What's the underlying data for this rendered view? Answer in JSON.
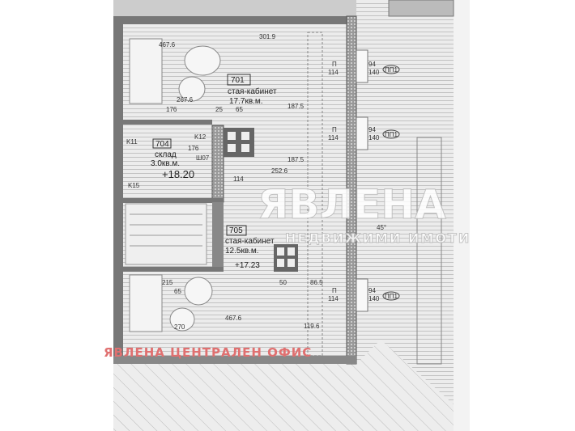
{
  "plan": {
    "rooms": [
      {
        "number": "701",
        "name": "стая-кабинет",
        "area": "17.7кв.м."
      },
      {
        "number": "704",
        "name": "склад",
        "area": "3.0кв.м.",
        "level": "+18.20"
      },
      {
        "number": "705",
        "name": "стая-кабинет",
        "area": "12.5кв.м.",
        "level": "+17.23"
      }
    ],
    "markers": {
      "k11": "K11",
      "k12": "K12",
      "k15": "K15",
      "sh07": "Ш07"
    },
    "dimensions": {
      "d1": "467.6",
      "d2": "301.9",
      "d3": "267.6",
      "d4": "176",
      "d5": "25",
      "d6": "65",
      "d7": "187.5",
      "d8": "187.5",
      "d9": "252.6",
      "d10": "114",
      "d11": "215",
      "d12": "50",
      "d13": "86.5",
      "d14": "270",
      "d15": "467.6",
      "d16": "119.6",
      "d17": "176",
      "d18": "65"
    },
    "windows": [
      {
        "tag": "П",
        "width": "114",
        "h1": "94",
        "h2": "140",
        "code": "ПП1"
      },
      {
        "tag": "П",
        "width": "114",
        "h1": "94",
        "h2": "140",
        "code": "ПП1"
      },
      {
        "tag": "П",
        "width": "114",
        "h1": "94",
        "h2": "140",
        "code": "ПП1"
      }
    ],
    "roof_angle": "45°"
  },
  "watermark": {
    "brand": "ЯВЛЕНА",
    "tagline": "НЕДВИЖИМИ ИМОТИ"
  },
  "office_label": "ЯВЛЕНА ЦЕНТРАЛЕН ОФИС"
}
